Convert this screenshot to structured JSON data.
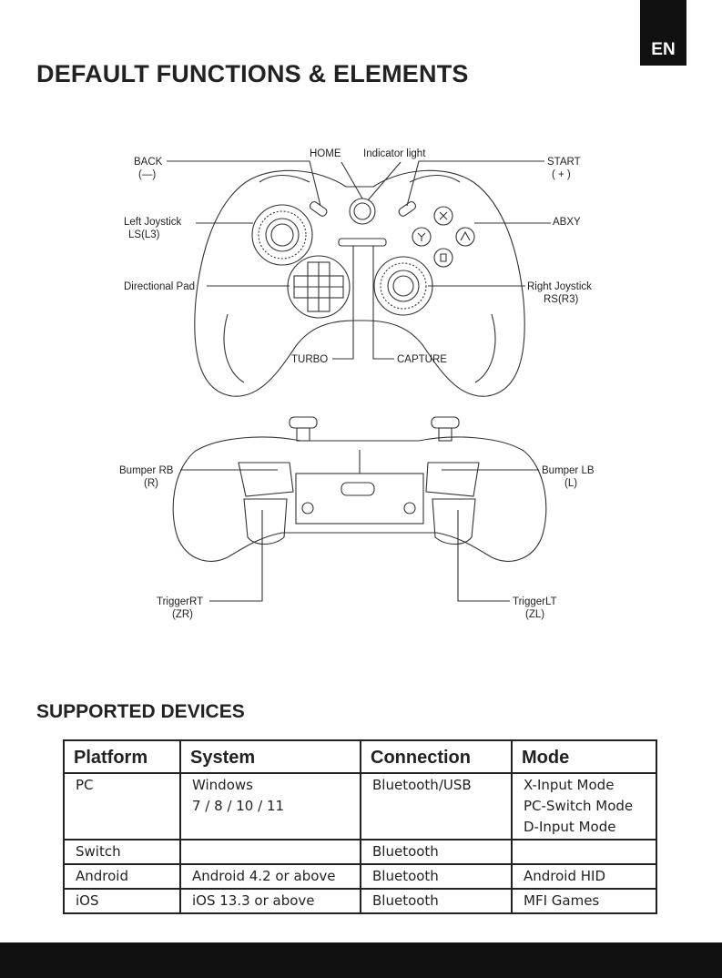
{
  "lang_tab": "EN",
  "title": "DEFAULT FUNCTIONS & ELEMENTS",
  "front_labels": {
    "back": "BACK",
    "back_sub": "(—)",
    "home": "HOME",
    "indicator": "Indicator light",
    "start": "START",
    "start_sub": "( + )",
    "left_stick": "Left Joystick",
    "left_stick_sub": "LS(L3)",
    "abxy": "ABXY",
    "dpad": "Directional Pad",
    "right_stick": "Right Joystick",
    "right_stick_sub": "RS(R3)",
    "turbo": "TURBO",
    "capture": "CAPTURE"
  },
  "back_labels": {
    "bumper_rb": "Bumper RB",
    "bumper_rb_sub": "(R)",
    "bumper_lb": "Bumper LB",
    "bumper_lb_sub": "(L)",
    "trigger_rt": "TriggerRT",
    "trigger_rt_sub": "(ZR)",
    "trigger_lt": "TriggerLT",
    "trigger_lt_sub": "(ZL)"
  },
  "supported_title": "SUPPORTED DEVICES",
  "table": {
    "headers": [
      "Platform",
      "System",
      "Connection",
      "Mode"
    ],
    "rows": [
      {
        "platform": "PC",
        "system": [
          "Windows",
          "7 / 8 / 10 / 11"
        ],
        "connection": "Bluetooth/USB",
        "mode": [
          "X-Input Mode",
          "PC-Switch Mode",
          "D-Input Mode"
        ]
      },
      {
        "platform": "Switch",
        "system": [
          ""
        ],
        "connection": "Bluetooth",
        "mode": [
          ""
        ]
      },
      {
        "platform": "Android",
        "system": [
          "Android 4.2 or above"
        ],
        "connection": "Bluetooth",
        "mode": [
          "Android HID"
        ]
      },
      {
        "platform": "iOS",
        "system": [
          "iOS 13.3 or above"
        ],
        "connection": "Bluetooth",
        "mode": [
          "MFI Games"
        ]
      }
    ]
  }
}
